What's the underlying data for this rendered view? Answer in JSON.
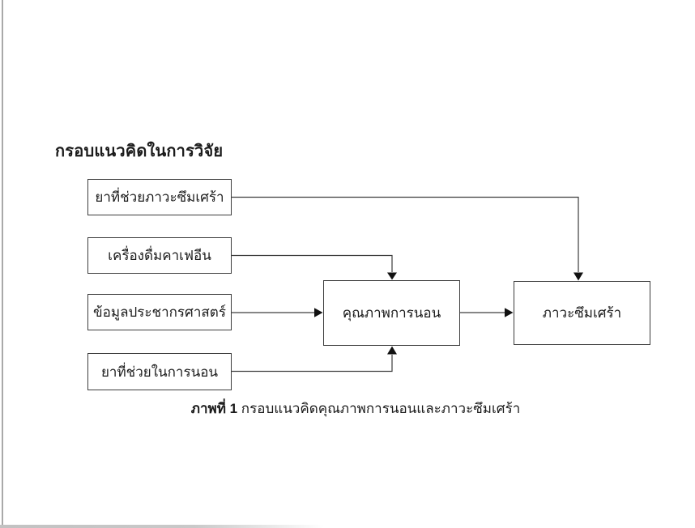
{
  "page": {
    "heading": "กรอบแนวคิดในการวิจัย",
    "caption": {
      "prefix": "ภาพที่ 1",
      "text": " กรอบแนวคิดคุณภาพการนอนและภาวะซึมเศร้า"
    }
  },
  "diagram": {
    "type": "conceptual-framework-flowchart",
    "nodes": [
      {
        "id": "antidepressant-med",
        "label": "ยาที่ช่วยภาวะซึมเศร้า"
      },
      {
        "id": "caffeine-drinks",
        "label": "เครื่องดื่มคาเฟอีน"
      },
      {
        "id": "demographic-data",
        "label": "ข้อมูลประชากรศาสตร์"
      },
      {
        "id": "sleep-aid-med",
        "label": "ยาที่ช่วยในการนอน"
      },
      {
        "id": "sleep-quality",
        "label": "คุณภาพการนอน"
      },
      {
        "id": "depression",
        "label": "ภาวะซึมเศร้า"
      }
    ],
    "edges": [
      {
        "from": "antidepressant-med",
        "to": "depression",
        "enters": "top"
      },
      {
        "from": "caffeine-drinks",
        "to": "sleep-quality",
        "enters": "top"
      },
      {
        "from": "demographic-data",
        "to": "sleep-quality",
        "enters": "left"
      },
      {
        "from": "sleep-aid-med",
        "to": "sleep-quality",
        "enters": "bottom"
      },
      {
        "from": "sleep-quality",
        "to": "depression",
        "enters": "left"
      }
    ],
    "colors": {
      "line": "#3d3d3d",
      "box_border": "#3d3d3d",
      "box_background": "#ffffff",
      "text": "#1b1b1b",
      "page_edge": "#a9a9a9"
    }
  }
}
